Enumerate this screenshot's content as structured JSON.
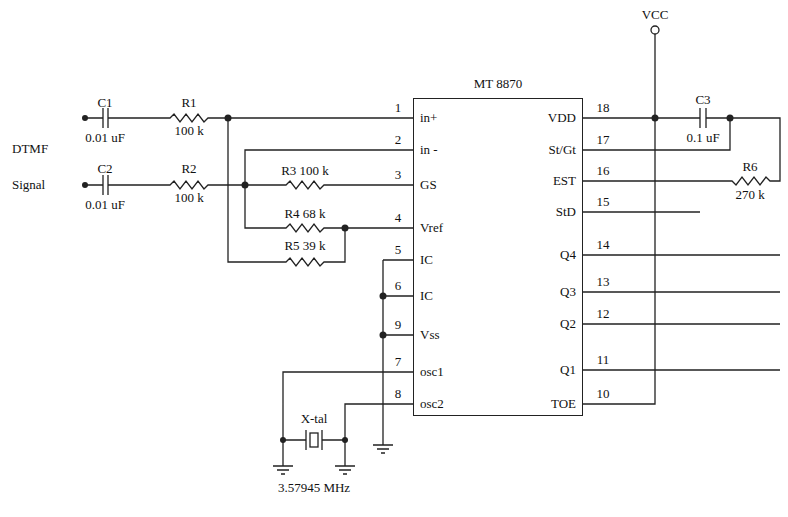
{
  "diagram": {
    "nodes": [
      {
        "text": [
          "MT 8870"
        ]
      }
    ],
    "labels": [
      "DTMF",
      "Signal",
      "C1",
      "0.01 uF",
      "R1",
      "100 k",
      "C2",
      "0.01 uF",
      "R2",
      "100 k",
      "R3 100 k",
      "R4 68 k",
      "R5 39 k",
      "in+",
      "in -",
      "GS",
      "Vref",
      "IC",
      "IC",
      "Vss",
      "osc1",
      "osc2",
      "1",
      "2",
      "3",
      "4",
      "5",
      "6",
      "9",
      "7",
      "8",
      "VDD",
      "St/Gt",
      "EST",
      "StD",
      "Q4",
      "Q3",
      "Q2",
      "Q1",
      "TOE",
      "18",
      "17",
      "16",
      "15",
      "14",
      "13",
      "12",
      "11",
      "10",
      "VCC",
      "C3",
      "0.1 uF",
      "R6",
      "270 k",
      "X-tal",
      "3.57945 MHz"
    ]
  }
}
